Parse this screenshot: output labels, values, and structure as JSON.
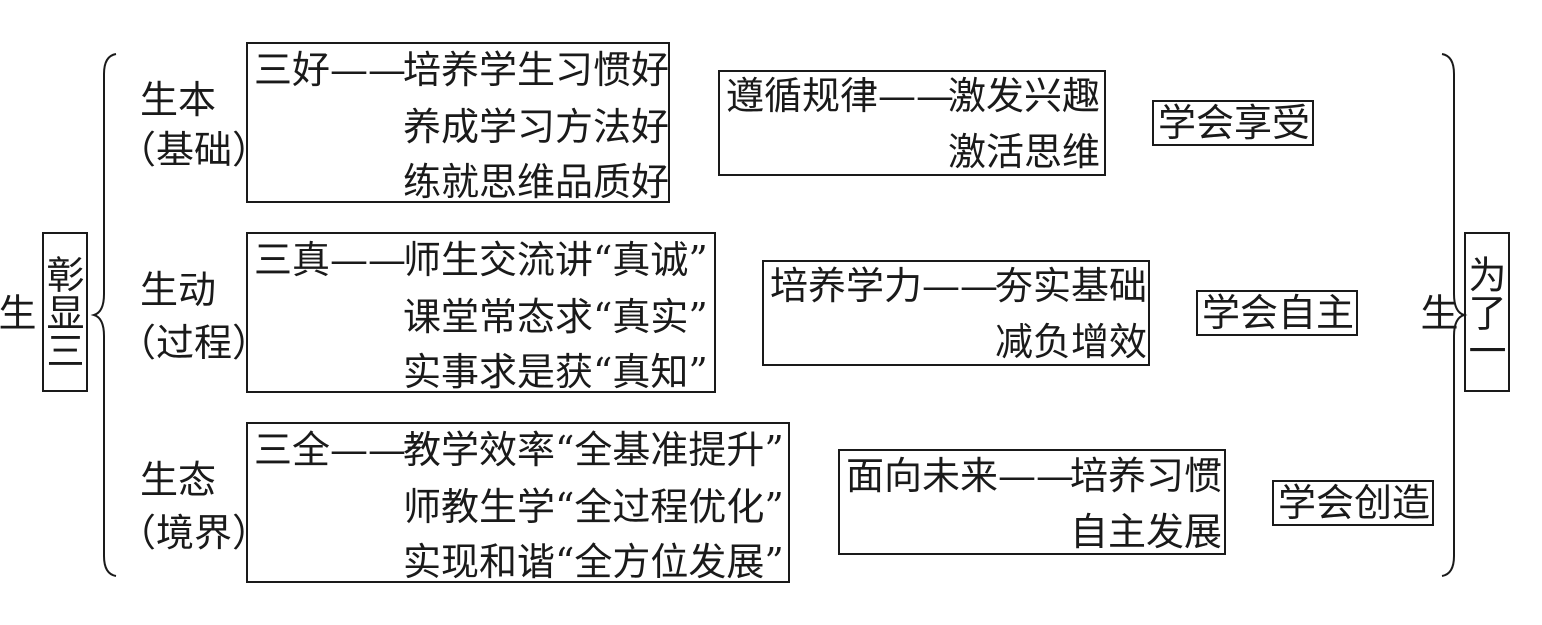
{
  "left_label": "彰显三生",
  "right_label": "为了一生",
  "rows": [
    {
      "stage": "生本",
      "stage_note": "（基础）",
      "box1": {
        "head": "三好——",
        "lines": [
          "培养学生习惯好",
          "养成学习方法好",
          "练就思维品质好"
        ]
      },
      "box2": {
        "head": "遵循规律——",
        "lines": [
          "激发兴趣",
          "激活思维"
        ]
      },
      "outcome": "学会享受"
    },
    {
      "stage": "生动",
      "stage_note": "（过程）",
      "box1": {
        "head": "三真——",
        "lines": [
          "师生交流讲“真诚”",
          "课堂常态求“真实”",
          "实事求是获“真知”"
        ]
      },
      "box2": {
        "head": "培养学力——",
        "lines": [
          "夯实基础",
          "减负增效"
        ]
      },
      "outcome": "学会自主"
    },
    {
      "stage": "生态",
      "stage_note": "（境界）",
      "box1": {
        "head": "三全——",
        "lines": [
          "教学效率“全基准提升”",
          "师教生学“全过程优化”",
          "实现和谐“全方位发展”"
        ]
      },
      "box2": {
        "head": "面向未来——",
        "lines": [
          "培养习惯",
          "自主发展"
        ]
      },
      "outcome": "学会创造"
    }
  ],
  "colors": {
    "ink": "#1a1a1a",
    "background": "#ffffff"
  }
}
